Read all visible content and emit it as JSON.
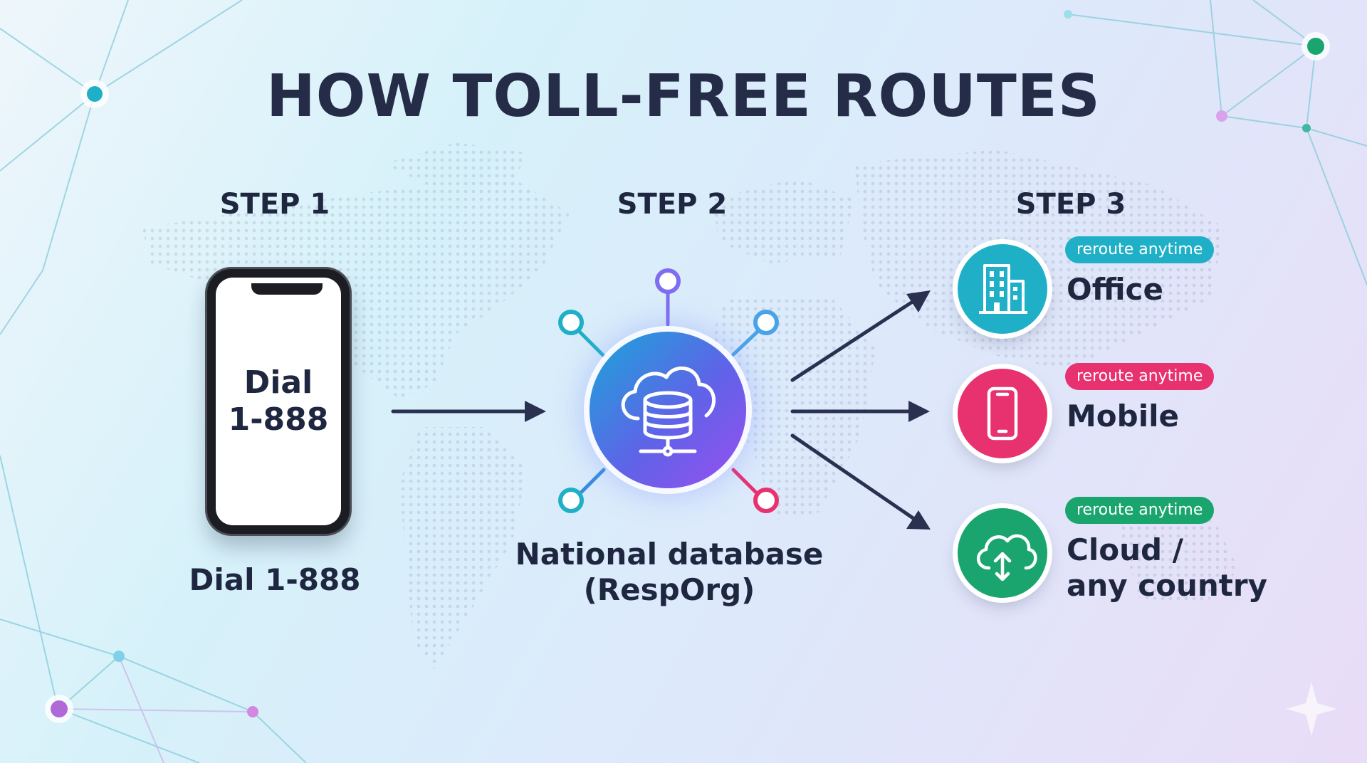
{
  "title": "HOW TOLL-FREE ROUTES",
  "steps": [
    {
      "label": "STEP 1"
    },
    {
      "label": "STEP 2"
    },
    {
      "label": "STEP 3"
    }
  ],
  "phone": {
    "screen_line1": "Dial",
    "screen_line2": "1-888",
    "caption": "Dial 1-888"
  },
  "database": {
    "caption_line1": "National database",
    "caption_line2": "(RespOrg)",
    "icon": "cloud-database-icon"
  },
  "destinations": [
    {
      "badge": "reroute anytime",
      "name_line1": "Office",
      "name_line2": "",
      "icon": "building-icon",
      "color": "#1fb0c8"
    },
    {
      "badge": "reroute anytime",
      "name_line1": "Mobile",
      "name_line2": "",
      "icon": "smartphone-icon",
      "color": "#e8316f"
    },
    {
      "badge": "reroute anytime",
      "name_line1": "Cloud /",
      "name_line2": "any country",
      "icon": "cloud-upload-icon",
      "color": "#1aa56f"
    }
  ],
  "colors": {
    "arrow": "#2a3150",
    "teal": "#1fb0c8",
    "pink": "#e8316f",
    "green": "#1aa56f",
    "violet": "#8b5cf6"
  }
}
